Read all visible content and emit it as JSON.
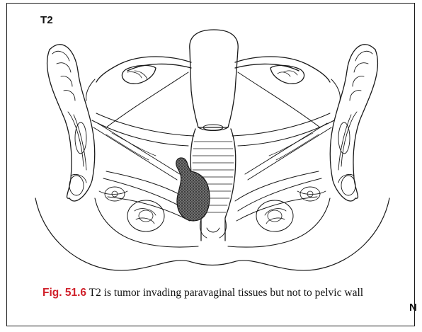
{
  "figure": {
    "stage_label": "T2",
    "number": "Fig. 51.6",
    "caption": " T2 is tumor invading paravaginal tissues but not to pelvic wall"
  },
  "page_fragment": {
    "corner_letter": "N"
  },
  "colors": {
    "figure_number": "#d0202a",
    "line": "#1a1a1a",
    "tumor": "#3a3a3a"
  }
}
